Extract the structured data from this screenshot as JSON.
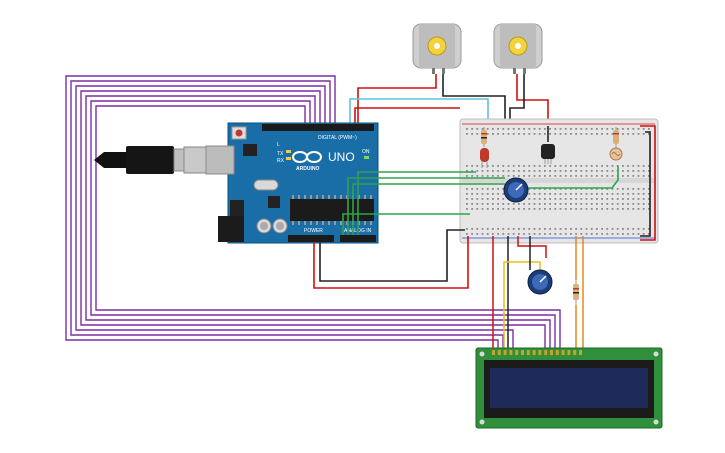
{
  "arduino": {
    "brand_text": "ARDUINO",
    "model_text": "UNO",
    "digital_header_text": "DIGITAL (PWM~)",
    "power_header_text": "POWER",
    "analog_header_text": "ANALOG IN",
    "tx_text": "TX",
    "rx_text": "RX",
    "l_text": "L",
    "on_text": "ON"
  },
  "colors": {
    "arduino_board": "#1a6ea8",
    "breadboard": "#e6e6e6",
    "lcd_pcb": "#2f8f3a",
    "lcd_screen": "#1e2a5a",
    "wire_purple": "#7b2fa3",
    "wire_red": "#d01010",
    "wire_black": "#222222",
    "wire_green": "#2ea34a",
    "wire_cyan": "#5ec4d8",
    "wire_orange": "#e08a1a",
    "wire_yellow": "#e8c21a"
  },
  "components": {
    "motors": [
      "dc-motor",
      "dc-motor"
    ],
    "led": "red-led",
    "transistor": "npn-transistor",
    "photoresistor": "photoresistor",
    "potentiometers": [
      "potentiometer",
      "potentiometer"
    ],
    "resistors": [
      "resistor",
      "resistor",
      "resistor"
    ],
    "display": "lcd-16x2"
  },
  "icons": {
    "usb": "usb-cable-icon",
    "infinity": "arduino-infinity-logo-icon"
  }
}
